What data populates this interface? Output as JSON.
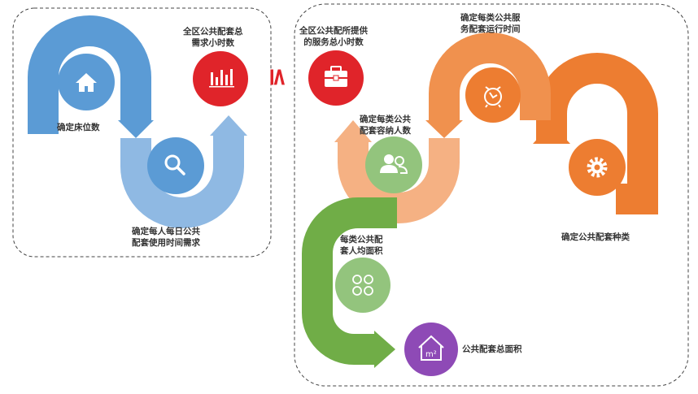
{
  "diagram": {
    "left_group": {
      "bed_count": [
        "确定床位数"
      ],
      "daily_usage": [
        "确定每人每日公共",
        "配套使用时间需求"
      ],
      "total_demand": [
        "全区公共配套总",
        "需求小时数"
      ]
    },
    "comparison_symbol": "≤",
    "right_group": {
      "service_hours": [
        "全区公共配所提供",
        "的服务总小时数"
      ],
      "operating_time": [
        "确定每类公共服",
        "务配套运行时间"
      ],
      "capacity": [
        "确定每类公共",
        "配套容纳人数"
      ],
      "facility_types": [
        "确定公共配套种类"
      ],
      "area_per_person": [
        "每类公共配",
        "套人均面积"
      ],
      "total_area": [
        "公共配套总面积"
      ]
    },
    "icons": {
      "home": "house-icon",
      "search": "magnifier-icon",
      "chart": "bar-chart-icon",
      "briefcase": "briefcase-icon",
      "clock": "alarm-clock-icon",
      "people": "people-icon",
      "gear": "gear-icon",
      "grid": "four-circles-icon",
      "area": "house-m2-icon",
      "area_unit": "m²"
    },
    "colors": {
      "blue_dark": "#5b9bd5",
      "blue_light": "#8fb9e3",
      "red": "#e0242a",
      "orange": "#f0914e",
      "orange_dark": "#ed7d31",
      "green": "#70ad47",
      "green_light": "#93c47d",
      "purple": "#8e4ab6"
    }
  }
}
